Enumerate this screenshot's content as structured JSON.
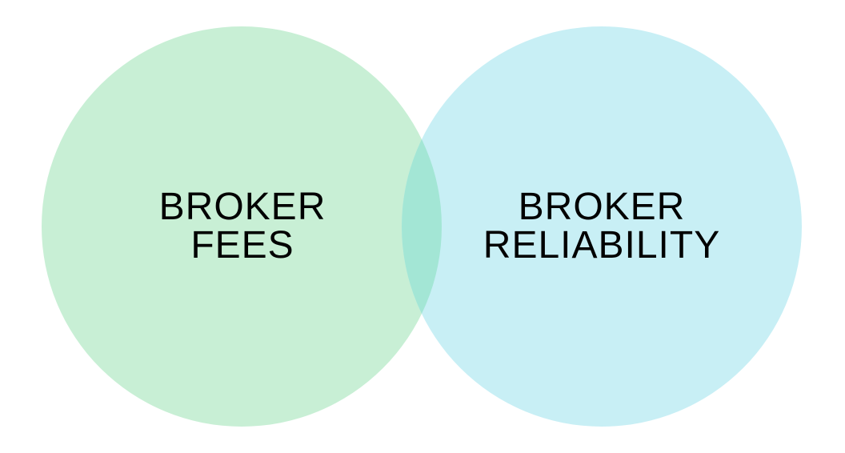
{
  "diagram": {
    "type": "venn",
    "sets": [
      {
        "id": "left",
        "lines": [
          "BROKER",
          "FEES"
        ],
        "color": "#c8efd5"
      },
      {
        "id": "right",
        "lines": [
          "BROKER",
          "RELIABILITY"
        ],
        "color": "#c8eff5"
      }
    ],
    "overlap_color": "#a3e6d5"
  }
}
